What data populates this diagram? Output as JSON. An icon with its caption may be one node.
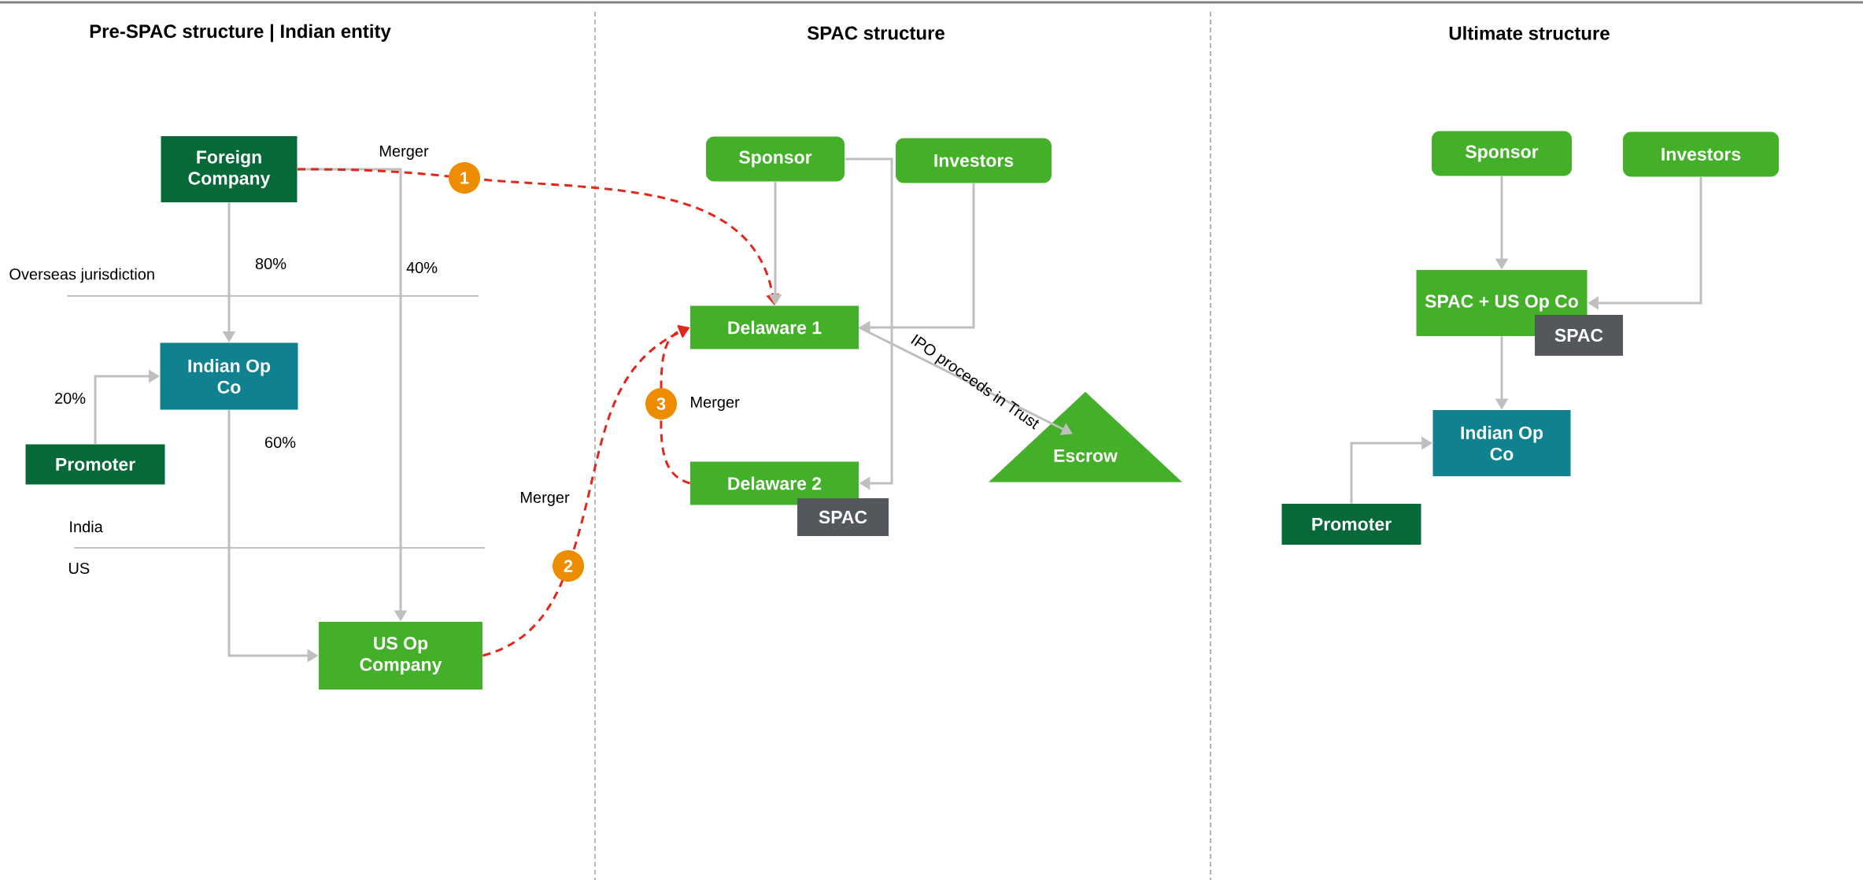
{
  "diagram": {
    "nodes": [
      {
        "text": [
          "Foreign Company"
        ]
      },
      {
        "text": [
          "Indian Op Co"
        ]
      },
      {
        "text": [
          "Promoter"
        ]
      },
      {
        "text": [
          "US Op Company"
        ]
      },
      {
        "text": [
          "Sponsor"
        ]
      },
      {
        "text": [
          "Investors"
        ]
      },
      {
        "text": [
          "Delaware 1"
        ]
      },
      {
        "text": [
          "Delaware 2"
        ]
      },
      {
        "text": [
          "SPAC"
        ]
      },
      {
        "text": [
          "Escrow"
        ]
      },
      {
        "text": [
          "Sponsor"
        ]
      },
      {
        "text": [
          "Investors"
        ]
      },
      {
        "text": [
          "SPAC + US Op Co"
        ]
      },
      {
        "text": [
          "SPAC"
        ]
      },
      {
        "text": [
          "Indian Op Co"
        ]
      },
      {
        "text": [
          "Promoter"
        ]
      }
    ],
    "edges": [
      {
        "from": 0,
        "to": 1,
        "arrow": "to",
        "label": "80%"
      },
      {
        "from": 0,
        "to": 3,
        "arrow": "to",
        "label": "40%"
      },
      {
        "from": 2,
        "to": 1,
        "arrow": "to",
        "label": "20%"
      },
      {
        "from": 1,
        "to": 3,
        "arrow": "to",
        "label": "60%"
      },
      {
        "from": 0,
        "to": 6,
        "arrow": "to",
        "label": "1",
        "style": "dashed",
        "color": "#e0281e"
      },
      {
        "from": 3,
        "to": 6,
        "arrow": "to",
        "label": "2",
        "style": "dashed",
        "color": "#e0281e"
      },
      {
        "from": 7,
        "to": 6,
        "arrow": "to",
        "label": "3",
        "style": "dashed",
        "color": "#e0281e"
      },
      {
        "from": 4,
        "to": 6,
        "arrow": "to"
      },
      {
        "from": 5,
        "to": 6,
        "arrow": "to"
      },
      {
        "from": 4,
        "to": 7,
        "arrow": "to"
      },
      {
        "from": 6,
        "to": 9,
        "arrow": "to",
        "label": "IPO proceeds in Trust"
      },
      {
        "from": 10,
        "to": 12,
        "arrow": "to"
      },
      {
        "from": 11,
        "to": 12,
        "arrow": "to"
      },
      {
        "from": 12,
        "to": 14,
        "arrow": "to"
      },
      {
        "from": 15,
        "to": 14,
        "arrow": "to"
      }
    ],
    "labels": [
      "Pre-SPAC structure | Indian entity",
      "SPAC structure",
      "Ultimate structure",
      "Merger",
      "Overseas jurisdiction",
      "India",
      "US",
      "Merger",
      "Merger"
    ]
  }
}
